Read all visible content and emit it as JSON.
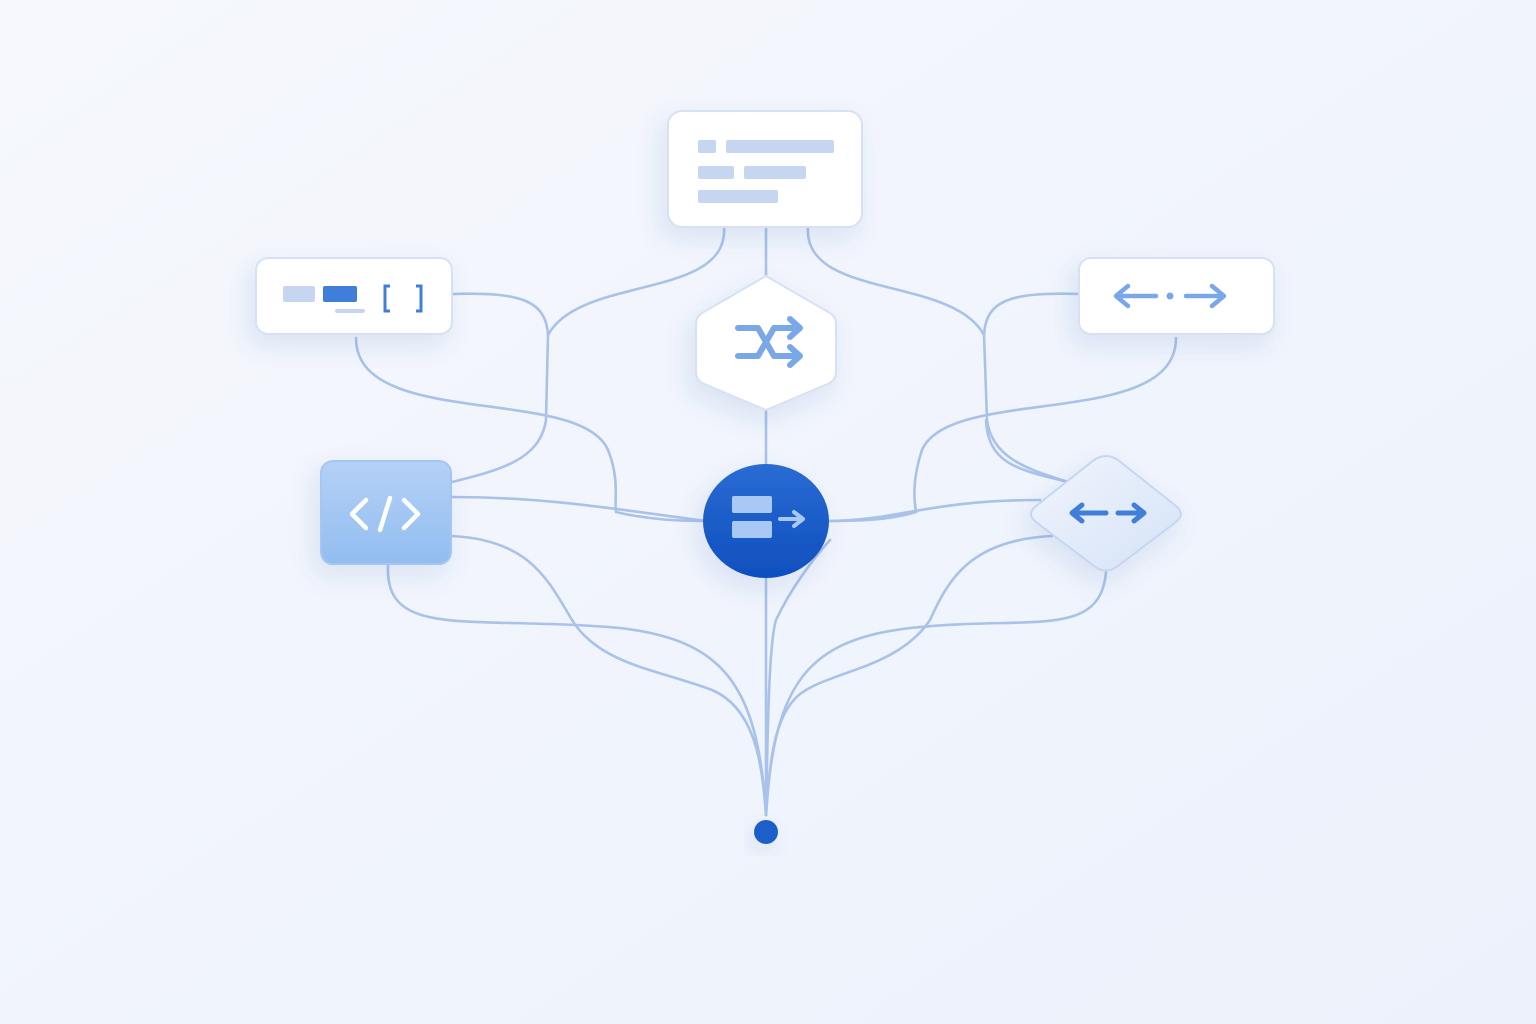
{
  "diagram": {
    "background": {
      "from": "#f6f8fd",
      "to": "#ecf1fb"
    },
    "colors": {
      "wire": "#a9c2e9",
      "card_fill": "#ffffff",
      "card_stroke": "#d6e1f3",
      "placeholder": "#c6d6f1",
      "accent": "#3f7fd9",
      "accent_light": "#7aa7e8",
      "hub_from": "#2a6bd3",
      "hub_to": "#0f4fbe",
      "code_from": "#b4d1f6",
      "code_to": "#92bdf0",
      "diamond_from": "#f1f5fd",
      "diamond_to": "#d5e2f7",
      "root": "#1f5fc9"
    },
    "nodes": [
      {
        "id": "top-card",
        "shape": "card",
        "icon": "text-lines-icon"
      },
      {
        "id": "left-card",
        "shape": "card",
        "icon": "array-brackets-icon"
      },
      {
        "id": "right-card",
        "shape": "card",
        "icon": "bidirectional-arrow-icon"
      },
      {
        "id": "shuffle-hex",
        "shape": "hexagon",
        "icon": "shuffle-icon"
      },
      {
        "id": "code-block",
        "shape": "rounded-square",
        "icon": "code-icon"
      },
      {
        "id": "hub",
        "shape": "circle",
        "icon": "list-forward-icon"
      },
      {
        "id": "swap-diamond",
        "shape": "diamond",
        "icon": "swap-arrows-icon"
      },
      {
        "id": "root-point",
        "shape": "dot",
        "icon": ""
      }
    ],
    "edges": [
      [
        "top-card",
        "shuffle-hex"
      ],
      [
        "top-card",
        "code-block"
      ],
      [
        "top-card",
        "swap-diamond"
      ],
      [
        "left-card",
        "hub"
      ],
      [
        "left-card",
        "code-block"
      ],
      [
        "right-card",
        "code-block"
      ],
      [
        "right-card",
        "hub"
      ],
      [
        "code-block",
        "hub"
      ],
      [
        "hub",
        "swap-diamond"
      ],
      [
        "shuffle-hex",
        "hub"
      ],
      [
        "code-block",
        "root-point"
      ],
      [
        "hub",
        "root-point"
      ],
      [
        "swap-diamond",
        "root-point"
      ]
    ]
  }
}
